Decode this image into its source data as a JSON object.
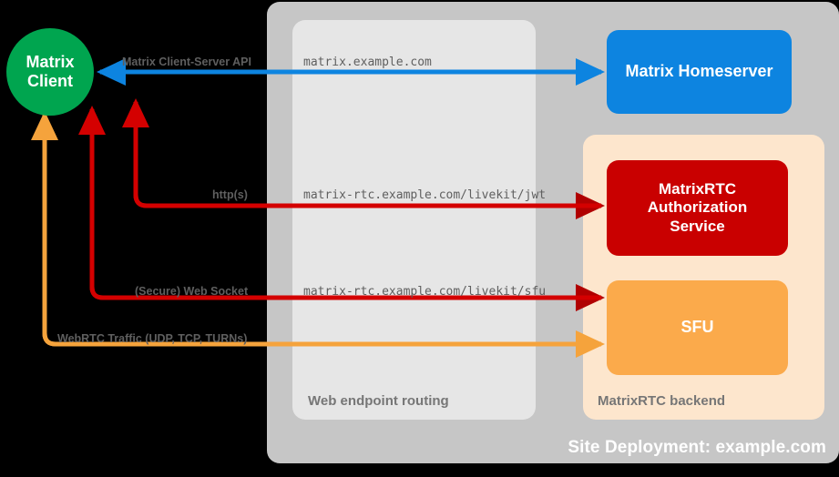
{
  "diagram": {
    "title": "Site Deployment: example.com",
    "background": "#000000"
  },
  "containers": {
    "site": {
      "label": "Site Deployment: example.com",
      "color": "#c6c6c6"
    },
    "routing": {
      "label": "Web endpoint routing",
      "color": "#e6e6e6"
    },
    "backend": {
      "label": "MatrixRTC backend",
      "color": "#fde6cd"
    }
  },
  "nodes": {
    "client": {
      "line1": "Matrix",
      "line2": "Client",
      "color": "#00a54f",
      "shape": "circle"
    },
    "homeserver": {
      "label": "Matrix Homeserver",
      "color": "#0d84e0",
      "shape": "rounded-rect"
    },
    "auth_service": {
      "line1": "MatrixRTC",
      "line2": "Authorization",
      "line3": "Service",
      "color": "#c90000",
      "shape": "rounded-rect"
    },
    "sfu": {
      "label": "SFU",
      "color": "#fbaa4b",
      "shape": "rounded-rect"
    }
  },
  "edges": [
    {
      "id": "cs-api",
      "protocol_label": "Matrix Client-Server API",
      "endpoint_label": "matrix.example.com",
      "color": "#0d84e0",
      "from": "homeserver",
      "to": "client",
      "bidirectional": true
    },
    {
      "id": "jwt",
      "protocol_label": "http(s)",
      "endpoint_label": "matrix-rtc.example.com/livekit/jwt",
      "color": "#d40000",
      "from": "client",
      "to": "auth_service",
      "bidirectional": true
    },
    {
      "id": "websocket",
      "protocol_label": "(Secure) Web Socket",
      "endpoint_label": "matrix-rtc.example.com/livekit/sfu",
      "color": "#d40000",
      "from": "client",
      "to": "sfu",
      "bidirectional": true
    },
    {
      "id": "webrtc",
      "protocol_label": "WebRTC Traffic (UDP, TCP, TURNs)",
      "endpoint_label": "",
      "color": "#f5a33c",
      "from": "client",
      "to": "sfu",
      "bidirectional": true
    }
  ],
  "colors": {
    "text_gray": "#5f5f5f",
    "container_label_gray": "#767676",
    "white": "#ffffff"
  }
}
